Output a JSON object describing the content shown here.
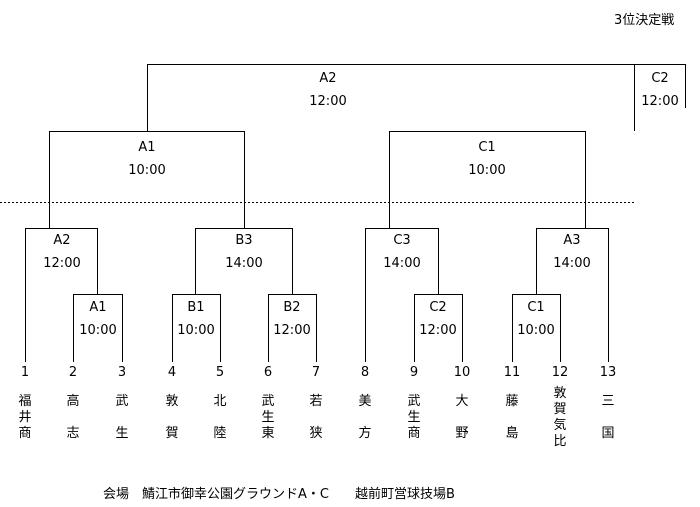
{
  "third_place": {
    "title": "3位決定戦",
    "court": "C2",
    "time": "12:00"
  },
  "matches": {
    "final": {
      "court": "A2",
      "time": "12:00"
    },
    "semi_left": {
      "court": "A1",
      "time": "10:00"
    },
    "semi_right": {
      "court": "C1",
      "time": "10:00"
    },
    "q1": {
      "court": "A2",
      "time": "12:00"
    },
    "q2": {
      "court": "B3",
      "time": "14:00"
    },
    "q3": {
      "court": "C3",
      "time": "14:00"
    },
    "q4": {
      "court": "A3",
      "time": "14:00"
    },
    "r1": {
      "court": "A1",
      "time": "10:00"
    },
    "r2": {
      "court": "B1",
      "time": "10:00"
    },
    "r3": {
      "court": "B2",
      "time": "12:00"
    },
    "r4": {
      "court": "C2",
      "time": "12:00"
    },
    "r5": {
      "court": "C1",
      "time": "10:00"
    }
  },
  "teams": [
    {
      "no": "1",
      "name": [
        "福",
        "井",
        "商"
      ]
    },
    {
      "no": "2",
      "name": [
        "高",
        "",
        "志"
      ]
    },
    {
      "no": "3",
      "name": [
        "武",
        "",
        "生"
      ]
    },
    {
      "no": "4",
      "name": [
        "敦",
        "",
        "賀"
      ]
    },
    {
      "no": "5",
      "name": [
        "北",
        "",
        "陸"
      ]
    },
    {
      "no": "6",
      "name": [
        "武",
        "生",
        "東"
      ]
    },
    {
      "no": "7",
      "name": [
        "若",
        "",
        "狭"
      ]
    },
    {
      "no": "8",
      "name": [
        "美",
        "",
        "方"
      ]
    },
    {
      "no": "9",
      "name": [
        "武",
        "生",
        "商"
      ]
    },
    {
      "no": "10",
      "name": [
        "大",
        "",
        "野"
      ]
    },
    {
      "no": "11",
      "name": [
        "藤",
        "",
        "島"
      ]
    },
    {
      "no": "12",
      "name": [
        "敦",
        "賀",
        "気",
        "比"
      ]
    },
    {
      "no": "13",
      "name": [
        "三",
        "",
        "国"
      ]
    }
  ],
  "venue": "会場　鯖江市御幸公園グラウンドA・C　　越前町営球技場B"
}
